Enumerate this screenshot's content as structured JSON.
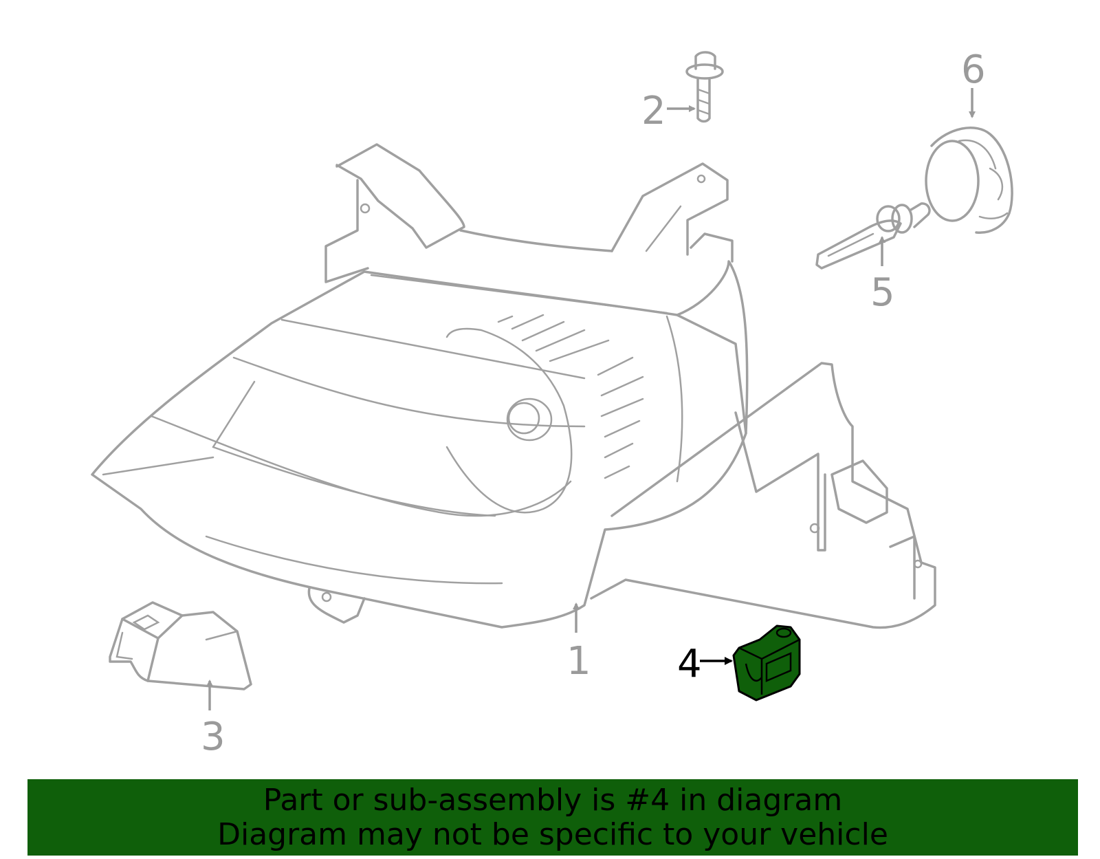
{
  "diagram": {
    "callouts": [
      {
        "id": "1",
        "label": "1",
        "selected": false
      },
      {
        "id": "2",
        "label": "2",
        "selected": false
      },
      {
        "id": "3",
        "label": "3",
        "selected": false
      },
      {
        "id": "4",
        "label": "4",
        "selected": true
      },
      {
        "id": "5",
        "label": "5",
        "selected": false
      },
      {
        "id": "6",
        "label": "6",
        "selected": false
      }
    ],
    "highlight_color": "#0f5f0a",
    "line_color": "#a0a0a0"
  },
  "banner": {
    "line1": "Part or sub-assembly is #4 in diagram",
    "line2": "Diagram may not be specific to your vehicle",
    "background": "#0f5f0a"
  }
}
